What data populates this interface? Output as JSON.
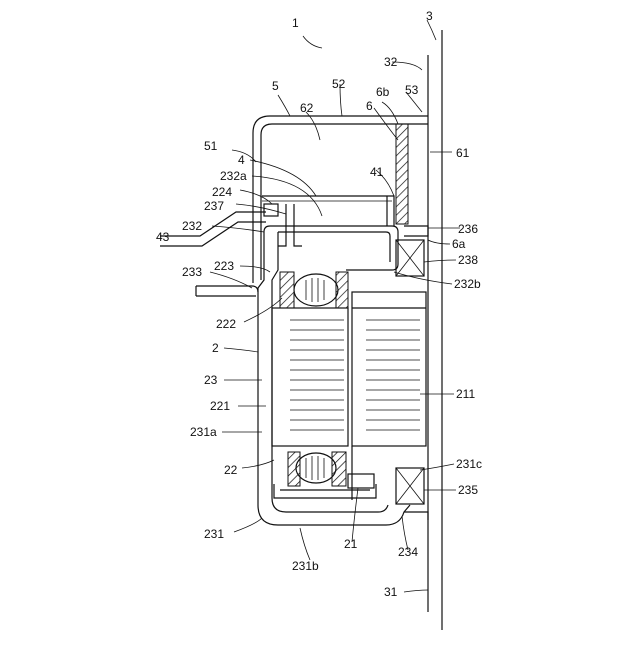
{
  "figure": {
    "reference_numerals": {
      "n1": "1",
      "n3": "3",
      "n32": "32",
      "n5": "5",
      "n52": "52",
      "n6b": "6b",
      "n53": "53",
      "n6": "6",
      "n62": "62",
      "n51": "51",
      "n61": "61",
      "n4": "4",
      "n41": "41",
      "n232a": "232a",
      "n224": "224",
      "n237": "237",
      "n232": "232",
      "n43": "43",
      "n236": "236",
      "n6a": "6a",
      "n238": "238",
      "n223": "223",
      "n233": "233",
      "n232b": "232b",
      "n222": "222",
      "n2": "2",
      "n23": "23",
      "n211": "211",
      "n221": "221",
      "n231a": "231a",
      "n22": "22",
      "n231c": "231c",
      "n235": "235",
      "n231": "231",
      "n21": "21",
      "n234": "234",
      "n231b": "231b",
      "n31": "31"
    }
  }
}
